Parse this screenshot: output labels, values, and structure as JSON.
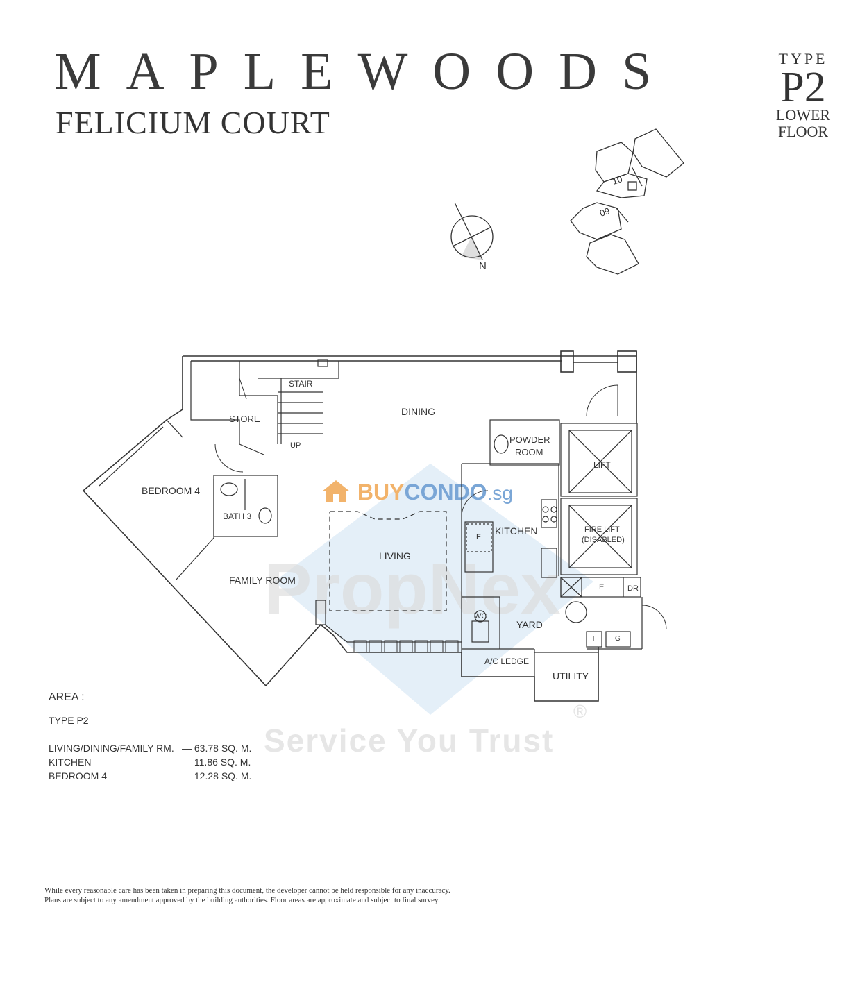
{
  "header": {
    "title": "MAPLEWOODS",
    "subtitle": "FELICIUM COURT",
    "type_label": "TYPE",
    "type_code": "P2",
    "floor_line1": "LOWER",
    "floor_line2": "FLOOR"
  },
  "keyplan": {
    "unit_a": "10",
    "unit_b": "09",
    "north": "N"
  },
  "rooms": {
    "stair": "STAIR",
    "store": "STORE",
    "up": "UP",
    "dining": "DINING",
    "powder_room_1": "POWDER",
    "powder_room_2": "ROOM",
    "lift": "LIFT",
    "bedroom4": "BEDROOM 4",
    "bath3": "BATH 3",
    "kitchen": "KITCHEN",
    "fridge": "F",
    "fire_lift_1": "FIRE LIFT",
    "fire_lift_2": "(DISABLED)",
    "living": "LIVING",
    "family_room": "FAMILY ROOM",
    "e": "E",
    "dr": "DR",
    "wc": "WC",
    "yard": "YARD",
    "t": "T",
    "g": "G",
    "ac_ledge": "A/C LEDGE",
    "utility": "UTILITY"
  },
  "area": {
    "heading": "AREA :",
    "type": "TYPE P2",
    "rows": [
      {
        "name": "LIVING/DINING/FAMILY RM.",
        "value": "— 63.78 SQ. M."
      },
      {
        "name": "KITCHEN",
        "value": "— 11.86 SQ. M."
      },
      {
        "name": "BEDROOM 4",
        "value": "— 12.28 SQ. M."
      }
    ]
  },
  "disclaimer": {
    "line1": "While every reasonable care has been taken in preparing this document, the developer cannot be held responsible for any inaccuracy.",
    "line2": "Plans are subject to any amendment approved by the building authorities.  Floor areas are approximate and subject to final survey."
  },
  "watermark": {
    "brand_buy": "BUY",
    "brand_condo": "CONDO",
    "brand_sg": ".sg",
    "logo": "PropNex",
    "registered": "®",
    "tagline": "Service You Trust"
  },
  "colors": {
    "line": "#333333",
    "watermark_blue": "#dbe9f5",
    "brand_orange": "#f2b36b",
    "brand_blue": "#7aa6d6"
  }
}
